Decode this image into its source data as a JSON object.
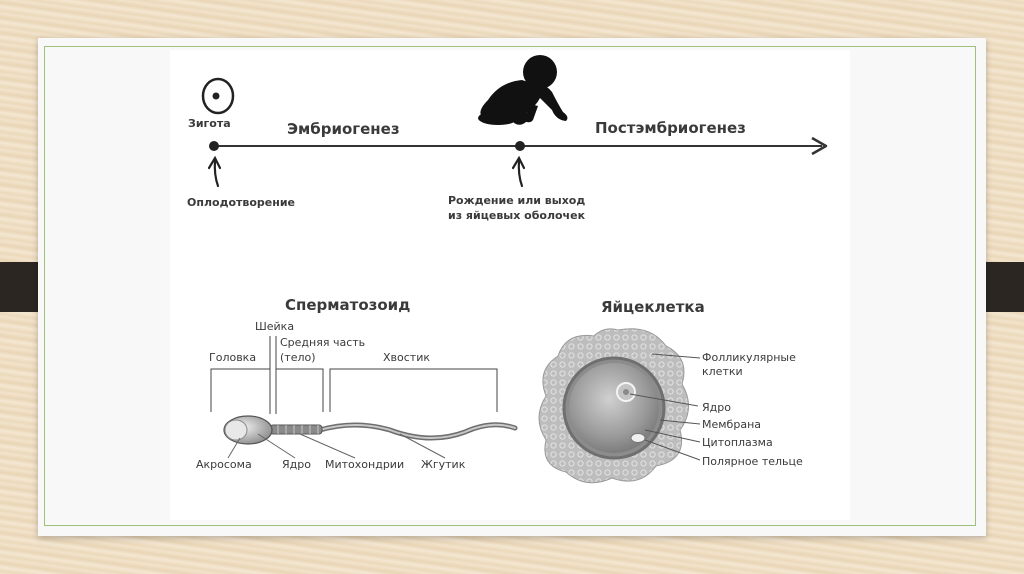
{
  "timeline": {
    "zygote_label": "Зигота",
    "embryogenesis": "Эмбриогенез",
    "postembryogenesis": "Постэмбриогенез",
    "fertilization": "Оплодотворение",
    "birth_line1": "Рождение или выход",
    "birth_line2": "из яйцевых оболочек"
  },
  "sperm": {
    "title": "Сперматозоид",
    "neck": "Шейка",
    "midpiece_line1": "Средняя часть",
    "midpiece_line2": "(тело)",
    "head": "Головка",
    "tail": "Хвостик",
    "acrosome": "Акросома",
    "nucleus": "Ядро",
    "mitochondria": "Митохондрии",
    "flagellum": "Жгутик"
  },
  "egg": {
    "title": "Яйцеклетка",
    "follicular_line1": "Фолликулярные",
    "follicular_line2": "клетки",
    "nucleus": "Ядро",
    "membrane": "Мембрана",
    "cytoplasm": "Цитоплазма",
    "polar_body": "Полярное тельце"
  }
}
